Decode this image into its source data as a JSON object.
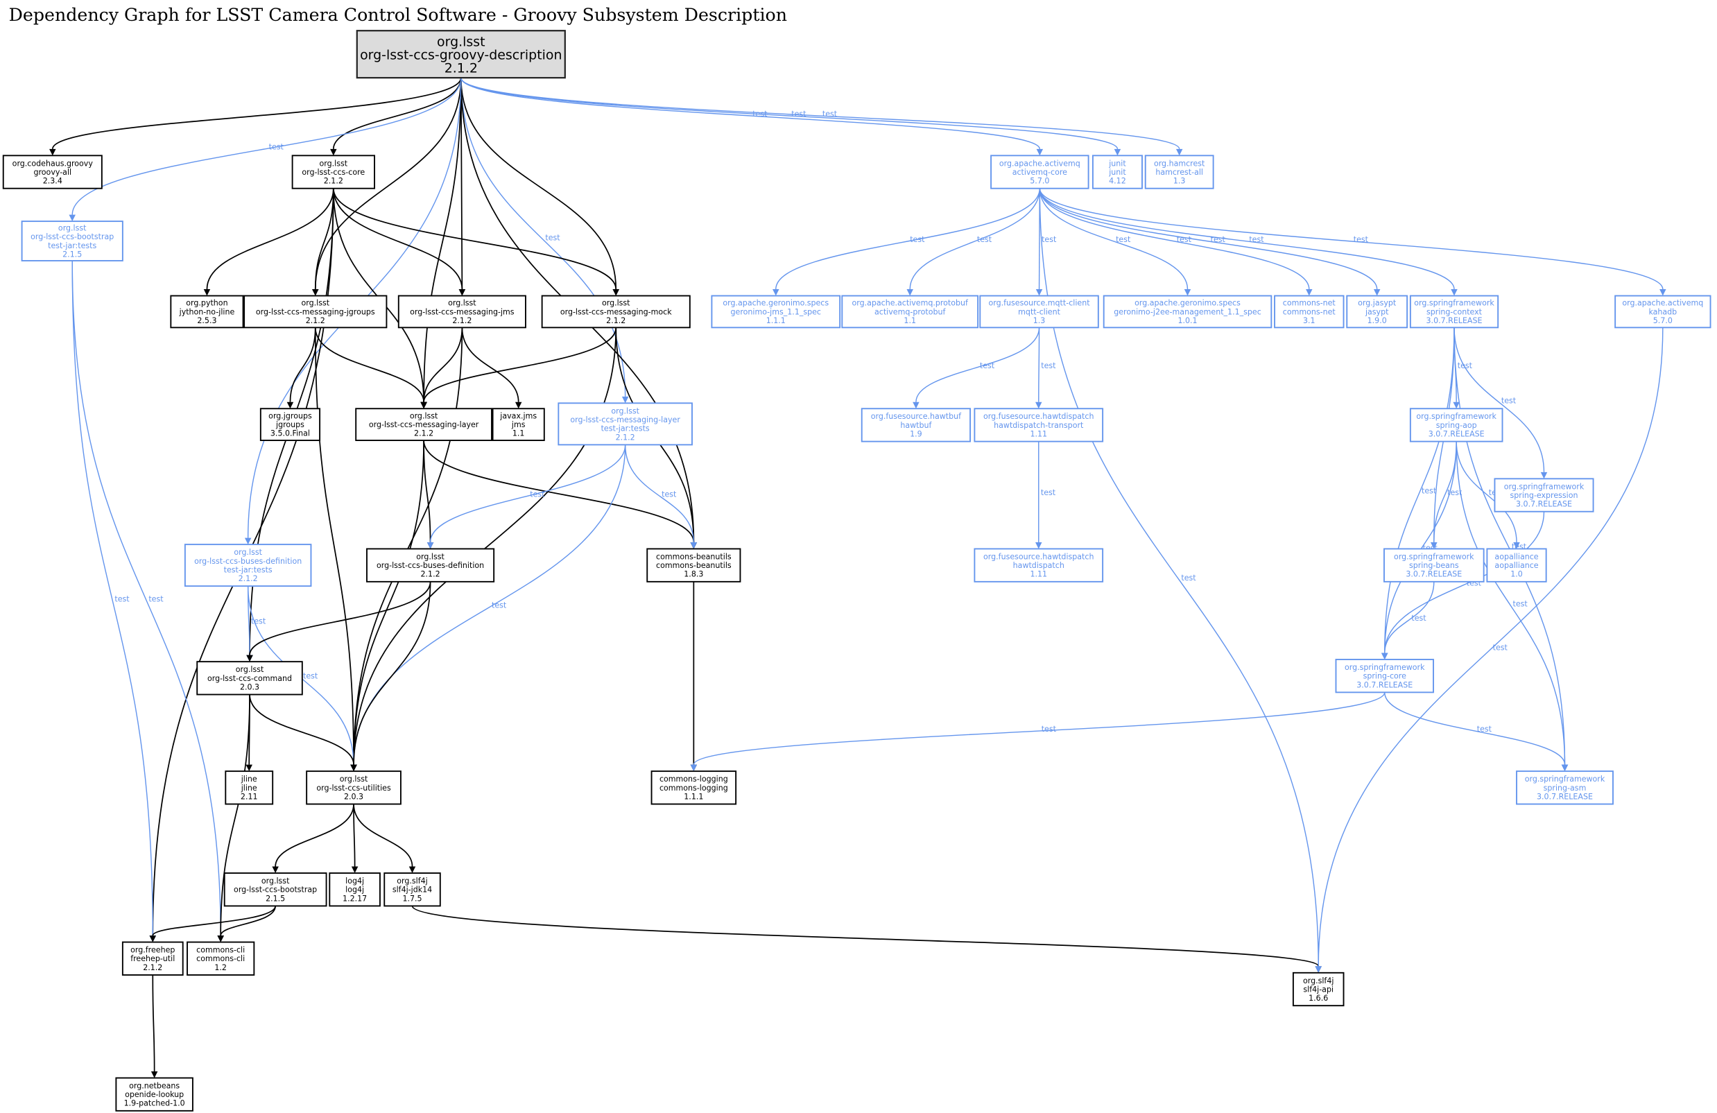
{
  "title": "Dependency Graph for LSST Camera Control Software - Groovy Subsystem Description",
  "colors": {
    "compile": "#000000",
    "test": "#6495ed",
    "root_fill": "#dcdcdc"
  },
  "edge_label_test": "test",
  "nodes": [
    {
      "id": "root",
      "lines": [
        "org.lsst",
        "org-lsst-ccs-groovy-description",
        "2.1.2"
      ],
      "kind": "root"
    },
    {
      "id": "codehaus",
      "lines": [
        "org.codehaus.groovy",
        "groovy-all",
        "2.3.4"
      ],
      "kind": "compile"
    },
    {
      "id": "core",
      "lines": [
        "org.lsst",
        "org-lsst-ccs-core",
        "2.1.2"
      ],
      "kind": "compile"
    },
    {
      "id": "bootstrap_test",
      "lines": [
        "org.lsst",
        "org-lsst-ccs-bootstrap",
        "test-jar:tests",
        "2.1.5"
      ],
      "kind": "test"
    },
    {
      "id": "jython",
      "lines": [
        "org.python",
        "jython-no-jline",
        "2.5.3"
      ],
      "kind": "compile"
    },
    {
      "id": "msg_jgroups",
      "lines": [
        "org.lsst",
        "org-lsst-ccs-messaging-jgroups",
        "2.1.2"
      ],
      "kind": "compile"
    },
    {
      "id": "msg_jms",
      "lines": [
        "org.lsst",
        "org-lsst-ccs-messaging-jms",
        "2.1.2"
      ],
      "kind": "compile"
    },
    {
      "id": "msg_mock",
      "lines": [
        "org.lsst",
        "org-lsst-ccs-messaging-mock",
        "2.1.2"
      ],
      "kind": "compile"
    },
    {
      "id": "jgroups",
      "lines": [
        "org.jgroups",
        "jgroups",
        "3.5.0.Final"
      ],
      "kind": "compile"
    },
    {
      "id": "msg_layer",
      "lines": [
        "org.lsst",
        "org-lsst-ccs-messaging-layer",
        "2.1.2"
      ],
      "kind": "compile"
    },
    {
      "id": "javax_jms",
      "lines": [
        "javax.jms",
        "jms",
        "1.1"
      ],
      "kind": "compile"
    },
    {
      "id": "msg_layer_test",
      "lines": [
        "org.lsst",
        "org-lsst-ccs-messaging-layer",
        "test-jar:tests",
        "2.1.2"
      ],
      "kind": "test"
    },
    {
      "id": "beanutils",
      "lines": [
        "commons-beanutils",
        "commons-beanutils",
        "1.8.3"
      ],
      "kind": "compile"
    },
    {
      "id": "buses_test",
      "lines": [
        "org.lsst",
        "org-lsst-ccs-buses-definition",
        "test-jar:tests",
        "2.1.2"
      ],
      "kind": "test"
    },
    {
      "id": "buses",
      "lines": [
        "org.lsst",
        "org-lsst-ccs-buses-definition",
        "2.1.2"
      ],
      "kind": "compile"
    },
    {
      "id": "command",
      "lines": [
        "org.lsst",
        "org-lsst-ccs-command",
        "2.0.3"
      ],
      "kind": "compile"
    },
    {
      "id": "jline",
      "lines": [
        "jline",
        "jline",
        "2.11"
      ],
      "kind": "compile"
    },
    {
      "id": "utilities",
      "lines": [
        "org.lsst",
        "org-lsst-ccs-utilities",
        "2.0.3"
      ],
      "kind": "compile"
    },
    {
      "id": "bootstrap",
      "lines": [
        "org.lsst",
        "org-lsst-ccs-bootstrap",
        "2.1.5"
      ],
      "kind": "compile"
    },
    {
      "id": "log4j",
      "lines": [
        "log4j",
        "log4j",
        "1.2.17"
      ],
      "kind": "compile"
    },
    {
      "id": "slf4j_jdk14",
      "lines": [
        "org.slf4j",
        "slf4j-jdk14",
        "1.7.5"
      ],
      "kind": "compile"
    },
    {
      "id": "freehep",
      "lines": [
        "org.freehep",
        "freehep-util",
        "2.1.2"
      ],
      "kind": "compile"
    },
    {
      "id": "commons_cli",
      "lines": [
        "commons-cli",
        "commons-cli",
        "1.2"
      ],
      "kind": "compile"
    },
    {
      "id": "netbeans",
      "lines": [
        "org.netbeans",
        "openide-lookup",
        "1.9-patched-1.0"
      ],
      "kind": "compile"
    },
    {
      "id": "commons_logging",
      "lines": [
        "commons-logging",
        "commons-logging",
        "1.1.1"
      ],
      "kind": "compile"
    },
    {
      "id": "slf4j_api",
      "lines": [
        "org.slf4j",
        "slf4j-api",
        "1.6.6"
      ],
      "kind": "compile"
    },
    {
      "id": "activemq_core",
      "lines": [
        "org.apache.activemq",
        "activemq-core",
        "5.7.0"
      ],
      "kind": "test"
    },
    {
      "id": "junit",
      "lines": [
        "junit",
        "junit",
        "4.12"
      ],
      "kind": "test"
    },
    {
      "id": "hamcrest",
      "lines": [
        "org.hamcrest",
        "hamcrest-all",
        "1.3"
      ],
      "kind": "test"
    },
    {
      "id": "geronimo_jms",
      "lines": [
        "org.apache.geronimo.specs",
        "geronimo-jms_1.1_spec",
        "1.1.1"
      ],
      "kind": "test"
    },
    {
      "id": "protobuf",
      "lines": [
        "org.apache.activemq.protobuf",
        "activemq-protobuf",
        "1.1"
      ],
      "kind": "test"
    },
    {
      "id": "mqtt",
      "lines": [
        "org.fusesource.mqtt-client",
        "mqtt-client",
        "1.3"
      ],
      "kind": "test"
    },
    {
      "id": "geronimo_j2ee",
      "lines": [
        "org.apache.geronimo.specs",
        "geronimo-j2ee-management_1.1_spec",
        "1.0.1"
      ],
      "kind": "test"
    },
    {
      "id": "commons_net",
      "lines": [
        "commons-net",
        "commons-net",
        "3.1"
      ],
      "kind": "test"
    },
    {
      "id": "jasypt",
      "lines": [
        "org.jasypt",
        "jasypt",
        "1.9.0"
      ],
      "kind": "test"
    },
    {
      "id": "spring_context",
      "lines": [
        "org.springframework",
        "spring-context",
        "3.0.7.RELEASE"
      ],
      "kind": "test"
    },
    {
      "id": "kahadb",
      "lines": [
        "org.apache.activemq",
        "kahadb",
        "5.7.0"
      ],
      "kind": "test"
    },
    {
      "id": "hawtbuf",
      "lines": [
        "org.fusesource.hawtbuf",
        "hawtbuf",
        "1.9"
      ],
      "kind": "test"
    },
    {
      "id": "hawtdispatch_transport",
      "lines": [
        "org.fusesource.hawtdispatch",
        "hawtdispatch-transport",
        "1.11"
      ],
      "kind": "test"
    },
    {
      "id": "spring_aop",
      "lines": [
        "org.springframework",
        "spring-aop",
        "3.0.7.RELEASE"
      ],
      "kind": "test"
    },
    {
      "id": "spring_expression",
      "lines": [
        "org.springframework",
        "spring-expression",
        "3.0.7.RELEASE"
      ],
      "kind": "test"
    },
    {
      "id": "hawtdispatch",
      "lines": [
        "org.fusesource.hawtdispatch",
        "hawtdispatch",
        "1.11"
      ],
      "kind": "test"
    },
    {
      "id": "spring_beans",
      "lines": [
        "org.springframework",
        "spring-beans",
        "3.0.7.RELEASE"
      ],
      "kind": "test"
    },
    {
      "id": "aopalliance",
      "lines": [
        "aopalliance",
        "aopalliance",
        "1.0"
      ],
      "kind": "test"
    },
    {
      "id": "spring_core",
      "lines": [
        "org.springframework",
        "spring-core",
        "3.0.7.RELEASE"
      ],
      "kind": "test"
    },
    {
      "id": "spring_asm",
      "lines": [
        "org.springframework",
        "spring-asm",
        "3.0.7.RELEASE"
      ],
      "kind": "test"
    }
  ],
  "edges": [
    {
      "from": "root",
      "to": "codehaus",
      "scope": "compile"
    },
    {
      "from": "root",
      "to": "core",
      "scope": "compile"
    },
    {
      "from": "root",
      "to": "bootstrap_test",
      "scope": "test"
    },
    {
      "from": "root",
      "to": "msg_jgroups",
      "scope": "compile"
    },
    {
      "from": "root",
      "to": "msg_jms",
      "scope": "compile"
    },
    {
      "from": "root",
      "to": "msg_mock",
      "scope": "compile"
    },
    {
      "from": "root",
      "to": "msg_layer",
      "scope": "compile"
    },
    {
      "from": "root",
      "to": "msg_layer_test",
      "scope": "test"
    },
    {
      "from": "root",
      "to": "beanutils",
      "scope": "compile"
    },
    {
      "from": "root",
      "to": "buses_test",
      "scope": "test"
    },
    {
      "from": "root",
      "to": "activemq_core",
      "scope": "test"
    },
    {
      "from": "root",
      "to": "junit",
      "scope": "test"
    },
    {
      "from": "root",
      "to": "hamcrest",
      "scope": "test"
    },
    {
      "from": "core",
      "to": "jython",
      "scope": "compile"
    },
    {
      "from": "core",
      "to": "msg_jgroups",
      "scope": "compile"
    },
    {
      "from": "core",
      "to": "msg_jms",
      "scope": "compile"
    },
    {
      "from": "core",
      "to": "msg_mock",
      "scope": "compile"
    },
    {
      "from": "core",
      "to": "msg_layer",
      "scope": "compile"
    },
    {
      "from": "core",
      "to": "command",
      "scope": "compile"
    },
    {
      "from": "core",
      "to": "freehep",
      "scope": "compile"
    },
    {
      "from": "bootstrap_test",
      "to": "freehep",
      "scope": "test"
    },
    {
      "from": "bootstrap_test",
      "to": "commons_cli",
      "scope": "test"
    },
    {
      "from": "msg_jgroups",
      "to": "jgroups",
      "scope": "compile"
    },
    {
      "from": "msg_jgroups",
      "to": "msg_layer",
      "scope": "compile"
    },
    {
      "from": "msg_jgroups",
      "to": "utilities",
      "scope": "compile"
    },
    {
      "from": "msg_jms",
      "to": "msg_layer",
      "scope": "compile"
    },
    {
      "from": "msg_jms",
      "to": "javax_jms",
      "scope": "compile"
    },
    {
      "from": "msg_jms",
      "to": "utilities",
      "scope": "compile"
    },
    {
      "from": "msg_mock",
      "to": "msg_layer",
      "scope": "compile"
    },
    {
      "from": "msg_mock",
      "to": "beanutils",
      "scope": "compile"
    },
    {
      "from": "msg_mock",
      "to": "utilities",
      "scope": "compile"
    },
    {
      "from": "msg_layer",
      "to": "buses",
      "scope": "compile"
    },
    {
      "from": "msg_layer",
      "to": "beanutils",
      "scope": "compile"
    },
    {
      "from": "msg_layer",
      "to": "utilities",
      "scope": "compile"
    },
    {
      "from": "msg_layer_test",
      "to": "buses",
      "scope": "test"
    },
    {
      "from": "msg_layer_test",
      "to": "beanutils",
      "scope": "test"
    },
    {
      "from": "msg_layer_test",
      "to": "utilities",
      "scope": "test"
    },
    {
      "from": "buses_test",
      "to": "command",
      "scope": "test"
    },
    {
      "from": "buses_test",
      "to": "utilities",
      "scope": "test"
    },
    {
      "from": "buses",
      "to": "command",
      "scope": "compile"
    },
    {
      "from": "buses",
      "to": "utilities",
      "scope": "compile"
    },
    {
      "from": "beanutils",
      "to": "commons_logging",
      "scope": "compile"
    },
    {
      "from": "command",
      "to": "jline",
      "scope": "compile"
    },
    {
      "from": "command",
      "to": "utilities",
      "scope": "compile"
    },
    {
      "from": "command",
      "to": "commons_cli",
      "scope": "compile"
    },
    {
      "from": "utilities",
      "to": "bootstrap",
      "scope": "compile"
    },
    {
      "from": "utilities",
      "to": "log4j",
      "scope": "compile"
    },
    {
      "from": "utilities",
      "to": "slf4j_jdk14",
      "scope": "compile"
    },
    {
      "from": "bootstrap",
      "to": "freehep",
      "scope": "compile"
    },
    {
      "from": "bootstrap",
      "to": "commons_cli",
      "scope": "compile"
    },
    {
      "from": "slf4j_jdk14",
      "to": "slf4j_api",
      "scope": "compile"
    },
    {
      "from": "freehep",
      "to": "netbeans",
      "scope": "compile"
    },
    {
      "from": "activemq_core",
      "to": "geronimo_jms",
      "scope": "test"
    },
    {
      "from": "activemq_core",
      "to": "protobuf",
      "scope": "test"
    },
    {
      "from": "activemq_core",
      "to": "mqtt",
      "scope": "test"
    },
    {
      "from": "activemq_core",
      "to": "geronimo_j2ee",
      "scope": "test"
    },
    {
      "from": "activemq_core",
      "to": "commons_net",
      "scope": "test"
    },
    {
      "from": "activemq_core",
      "to": "jasypt",
      "scope": "test"
    },
    {
      "from": "activemq_core",
      "to": "spring_context",
      "scope": "test"
    },
    {
      "from": "activemq_core",
      "to": "kahadb",
      "scope": "test"
    },
    {
      "from": "activemq_core",
      "to": "slf4j_api",
      "scope": "test"
    },
    {
      "from": "mqtt",
      "to": "hawtbuf",
      "scope": "test"
    },
    {
      "from": "mqtt",
      "to": "hawtdispatch_transport",
      "scope": "test"
    },
    {
      "from": "hawtdispatch_transport",
      "to": "hawtdispatch",
      "scope": "test"
    },
    {
      "from": "spring_context",
      "to": "spring_aop",
      "scope": "test"
    },
    {
      "from": "spring_context",
      "to": "spring_expression",
      "scope": "test"
    },
    {
      "from": "spring_context",
      "to": "spring_beans",
      "scope": "test"
    },
    {
      "from": "spring_context",
      "to": "spring_core",
      "scope": "test"
    },
    {
      "from": "spring_context",
      "to": "spring_asm",
      "scope": "test"
    },
    {
      "from": "spring_aop",
      "to": "spring_beans",
      "scope": "test"
    },
    {
      "from": "spring_aop",
      "to": "aopalliance",
      "scope": "test"
    },
    {
      "from": "spring_aop",
      "to": "spring_core",
      "scope": "test"
    },
    {
      "from": "spring_aop",
      "to": "spring_asm",
      "scope": "test"
    },
    {
      "from": "spring_expression",
      "to": "spring_core",
      "scope": "test"
    },
    {
      "from": "spring_beans",
      "to": "spring_core",
      "scope": "test"
    },
    {
      "from": "spring_core",
      "to": "commons_logging",
      "scope": "test"
    },
    {
      "from": "spring_core",
      "to": "spring_asm",
      "scope": "test"
    },
    {
      "from": "kahadb",
      "to": "slf4j_api",
      "scope": "test"
    }
  ]
}
